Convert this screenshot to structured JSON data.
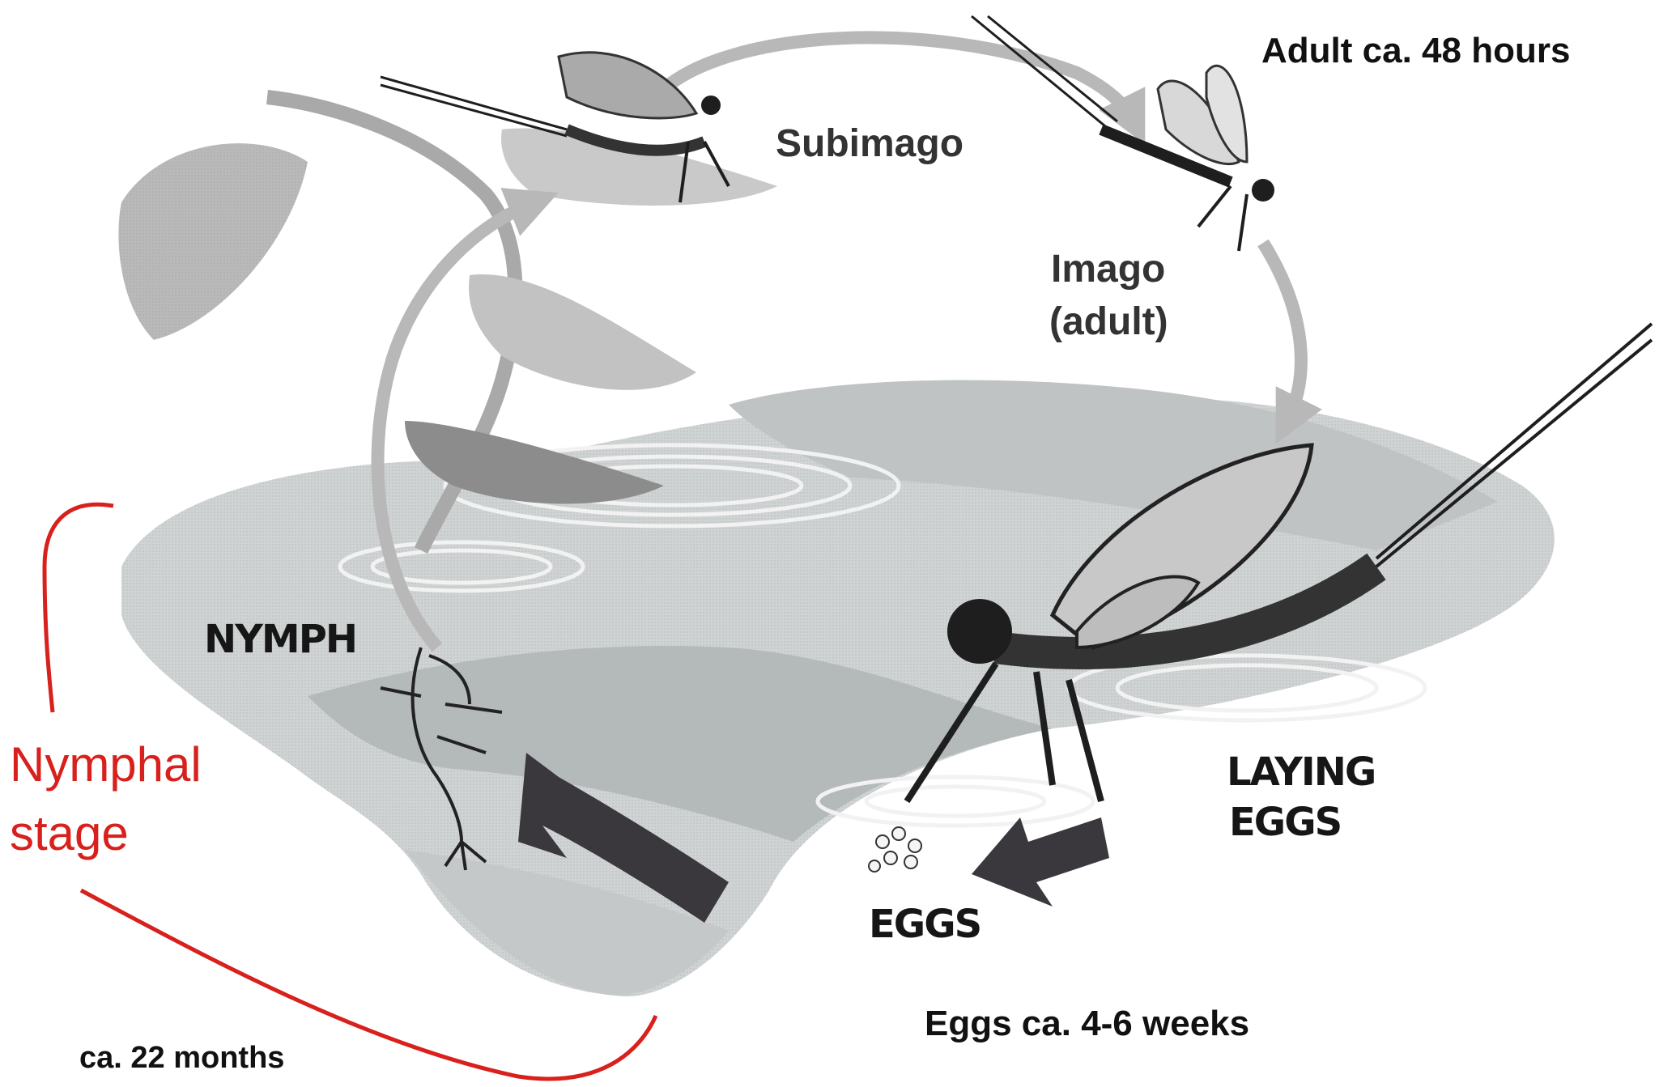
{
  "labels": {
    "adult_duration": "Adult ca. 48 hours",
    "subimago": "Subimago",
    "imago_line1": "Imago",
    "imago_line2": "(adult)",
    "nymph": "NYMPH",
    "laying_line1": "LAYING",
    "laying_line2": "EGGS",
    "eggs": "EGGS",
    "eggs_duration": "Eggs ca. 4-6 weeks",
    "nymphal_line1": "Nymphal",
    "nymphal_line2": "stage",
    "nymphal_duration": "ca. 22 months"
  },
  "colors": {
    "annotation_red": "#d8201c",
    "water_gray": "#c9cdcd",
    "arrow_dark": "#3a383d",
    "insect_dark": "#1e1e1e"
  }
}
